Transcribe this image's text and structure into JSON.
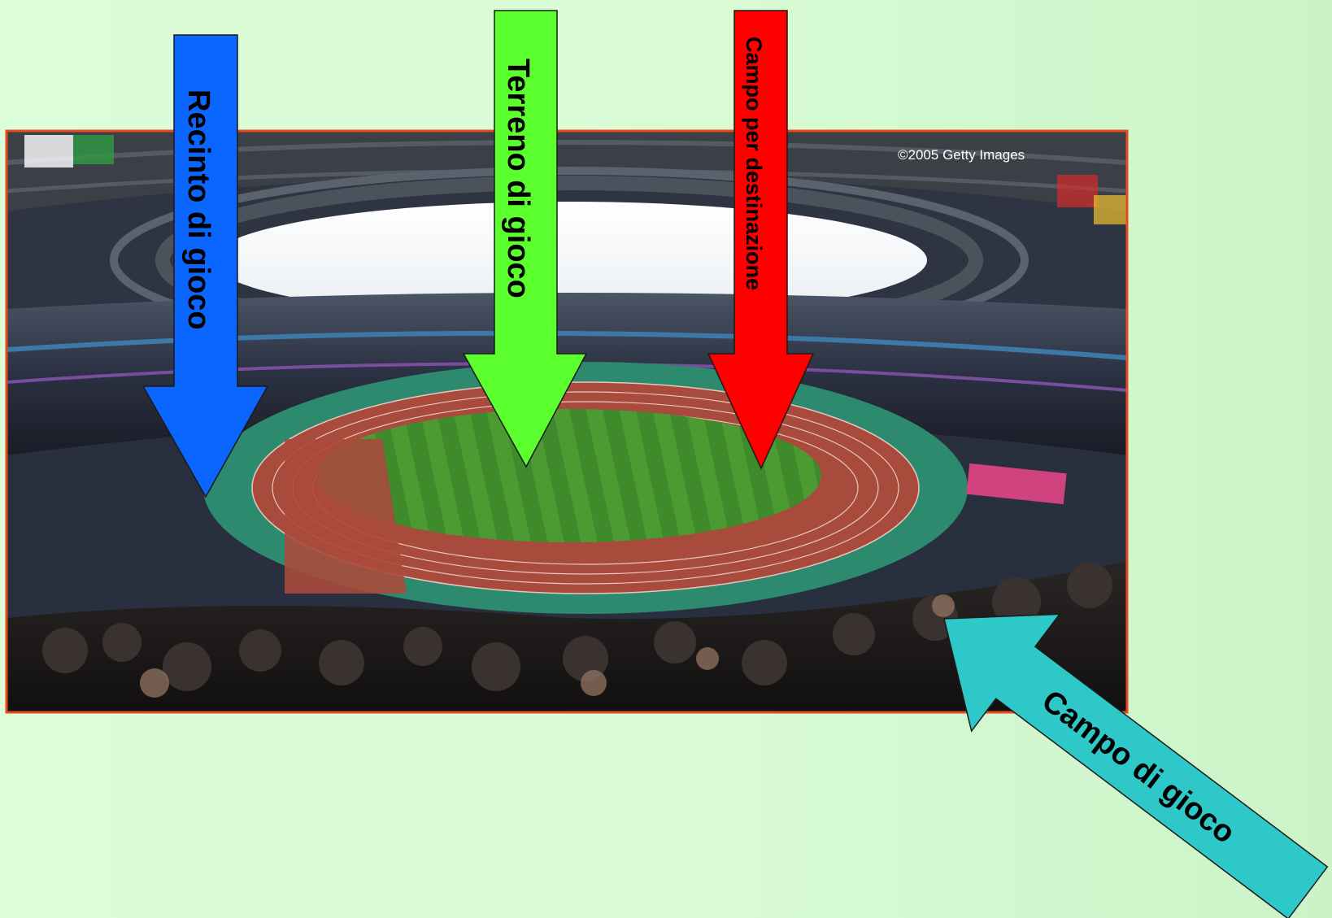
{
  "slide": {
    "background_color": "#d9fcd5"
  },
  "photo": {
    "credit": "©2005 Getty Images",
    "border_color": "#e84a1f"
  },
  "arrows": [
    {
      "label": "Recinto di gioco",
      "color": "#0a66ff"
    },
    {
      "label": "Terreno di gioco",
      "color": "#5cff2e"
    },
    {
      "label": "Campo per destinazione",
      "color": "#ff0000"
    },
    {
      "label": "Campo di gioco",
      "color": "#2ec8c8"
    }
  ]
}
